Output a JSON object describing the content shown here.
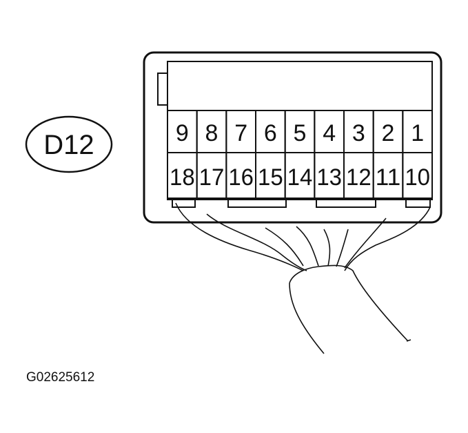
{
  "connector_label": "D12",
  "figure_code": "G02625612",
  "pins_top_row": [
    "9",
    "8",
    "7",
    "6",
    "5",
    "4",
    "3",
    "2",
    "1"
  ],
  "pins_bottom_row": [
    "18",
    "17",
    "16",
    "15",
    "14",
    "13",
    "12",
    "11",
    "10"
  ],
  "line_color": "#111111"
}
